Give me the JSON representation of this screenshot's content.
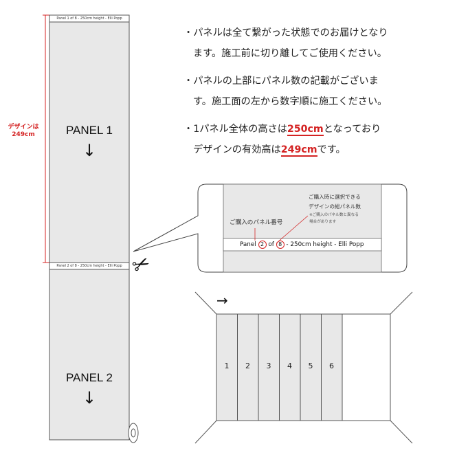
{
  "roll": {
    "strip_label_1": "Panel 1 of 8 - 250cm height - Elli Popp",
    "strip_label_2": "Panel 2 of 8 - 250cm height - Elli Popp",
    "panel1_title": "PANEL 1",
    "panel2_title": "PANEL 2",
    "arrow_glyph": "↓",
    "dimension_label_line1": "デザインは",
    "dimension_label_line2": "249cm",
    "dimension_color": "#d42222"
  },
  "notes": {
    "note1_line1": "・パネルは全て繋がった状態でのお届けとなり",
    "note1_line2": "ます。施工前に切り離してご使用ください。",
    "note2_line1": "・パネルの上部にパネル数の記載がございま",
    "note2_line2": "す。施工面の左から数字順に施工ください。",
    "note3_a": "・1パネル全体の高さは",
    "note3_b": "250cm",
    "note3_c": "となっており",
    "note3_d": "デザインの有効高は",
    "note3_e": "249cm",
    "note3_f": "です。"
  },
  "callout": {
    "selected_line1": "ご購入時に選択できる",
    "selected_line2": "デザインの総パネル数",
    "selected_note1": "※ご購入のパネル数と異なる",
    "selected_note2": "場合があります",
    "panel_number_label": "ご購入のパネル番号",
    "band_prefix": "Panel",
    "band_num": "2",
    "band_of": "of",
    "band_total": "8",
    "band_suffix": "- 250cm height - Elli Popp"
  },
  "wall": {
    "direction_arrow": "→",
    "numbers": [
      "1",
      "2",
      "3",
      "4",
      "5",
      "6"
    ]
  },
  "scissors_glyph": "✂"
}
